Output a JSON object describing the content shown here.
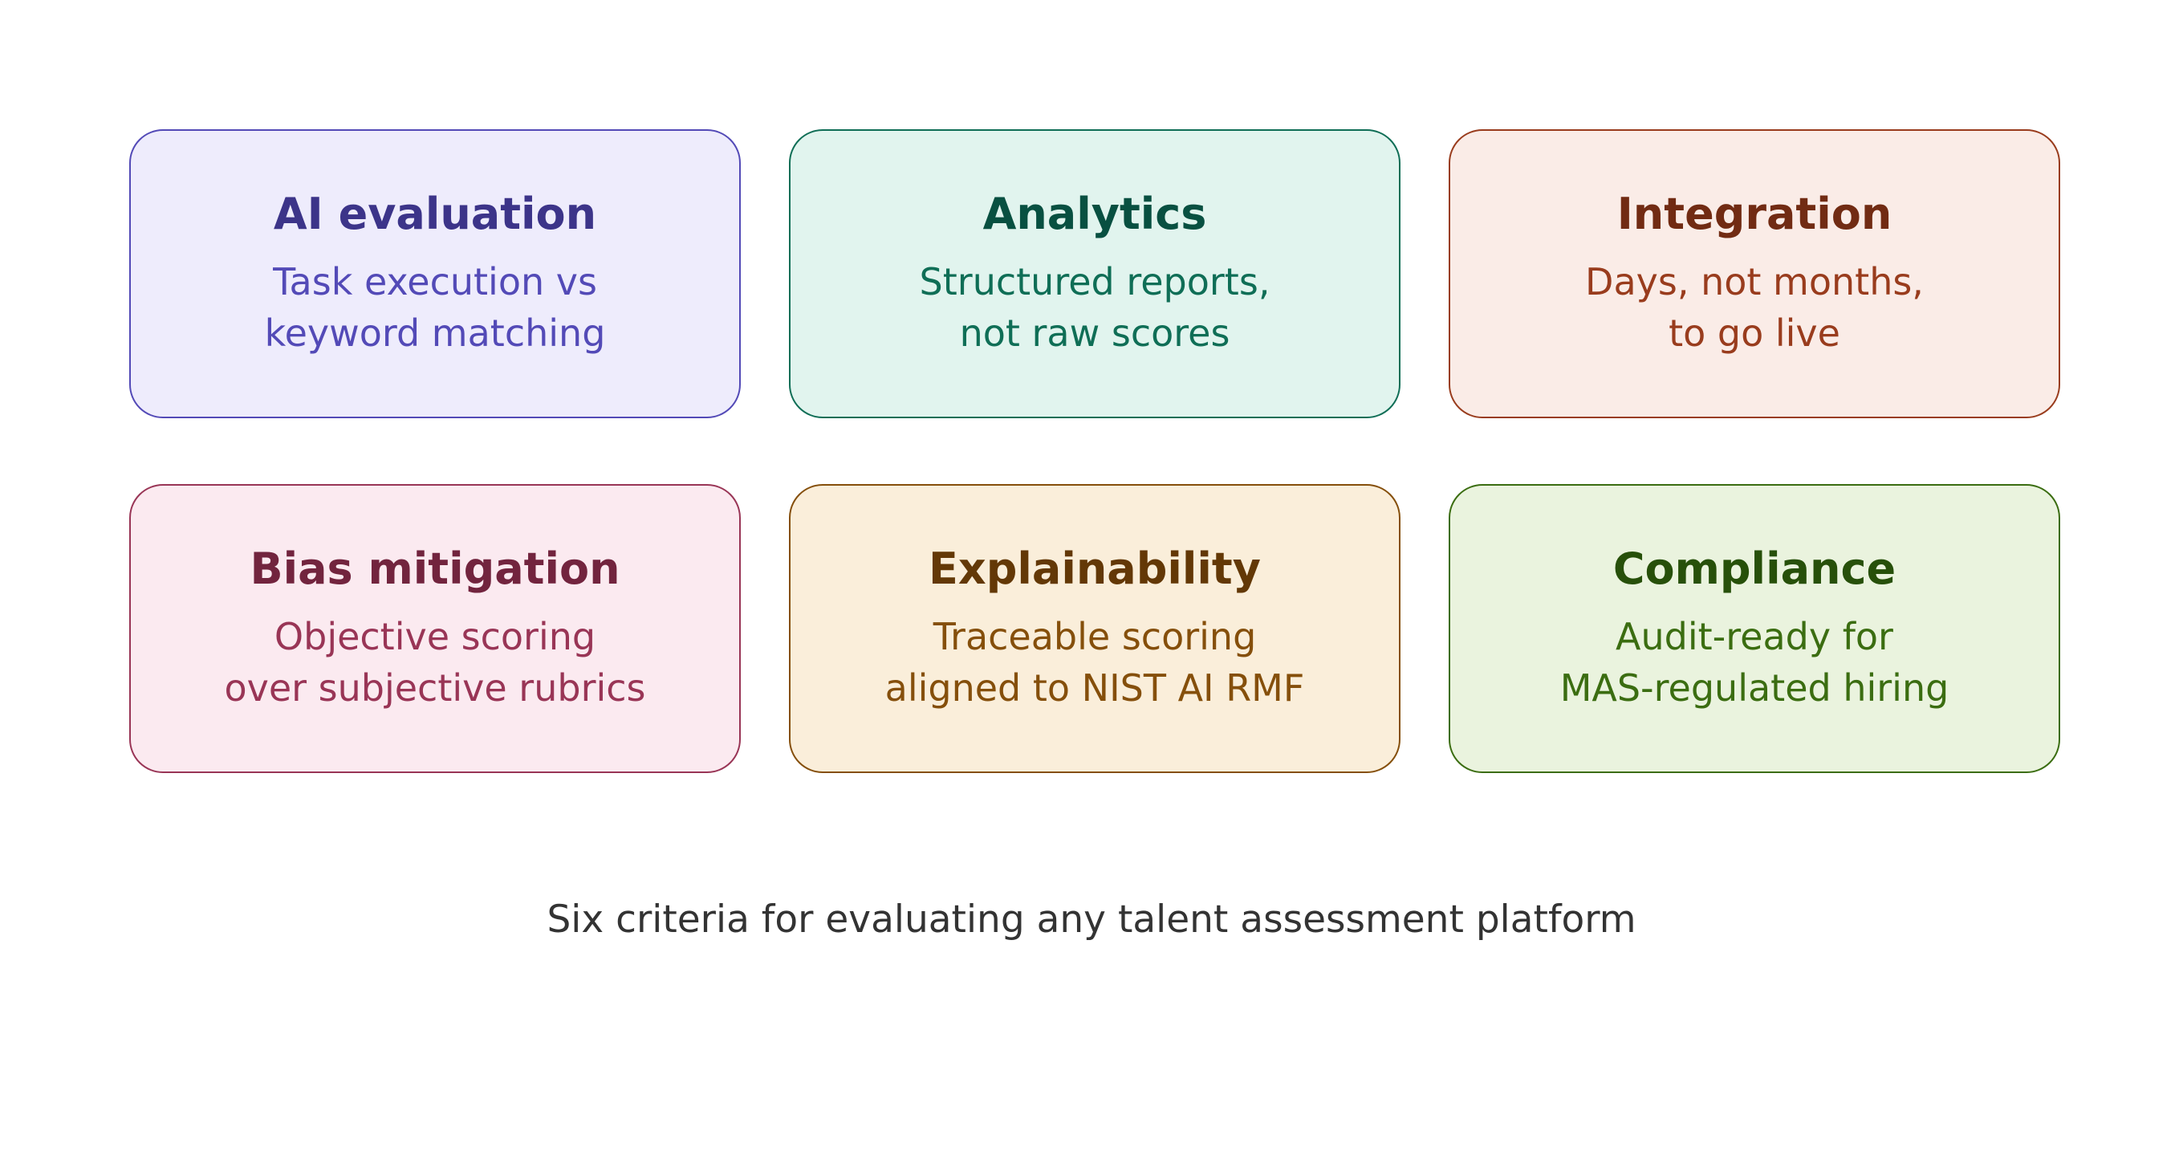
{
  "cards": [
    {
      "title": "AI evaluation",
      "line1": "Task execution vs",
      "line2": "keyword matching",
      "fill": "#eeecfc",
      "border": "#534ab7",
      "title_color": "#3c3489",
      "text_color": "#534ab7"
    },
    {
      "title": "Analytics",
      "line1": "Structured reports,",
      "line2": "not raw scores",
      "fill": "#e1f4ee",
      "border": "#0f6e56",
      "title_color": "#085041",
      "text_color": "#0f6e56"
    },
    {
      "title": "Integration",
      "line1": "Days, not months,",
      "line2": "to go live",
      "fill": "#faece7",
      "border": "#993c1d",
      "title_color": "#712b13",
      "text_color": "#993c1d"
    },
    {
      "title": "Bias mitigation",
      "line1": "Objective scoring",
      "line2": "over subjective rubrics",
      "fill": "#fbeaf0",
      "border": "#993556",
      "title_color": "#72243e",
      "text_color": "#993556"
    },
    {
      "title": "Explainability",
      "line1": "Traceable scoring",
      "line2": "aligned to NIST AI RMF",
      "fill": "#faeeda",
      "border": "#854f0b",
      "title_color": "#633806",
      "text_color": "#854f0b"
    },
    {
      "title": "Compliance",
      "line1": "Audit-ready for",
      "line2": "MAS-regulated hiring",
      "fill": "#eaf3de",
      "border": "#3b6d11",
      "title_color": "#27500a",
      "text_color": "#3b6d11"
    }
  ],
  "caption": "Six criteria for evaluating any talent assessment platform"
}
